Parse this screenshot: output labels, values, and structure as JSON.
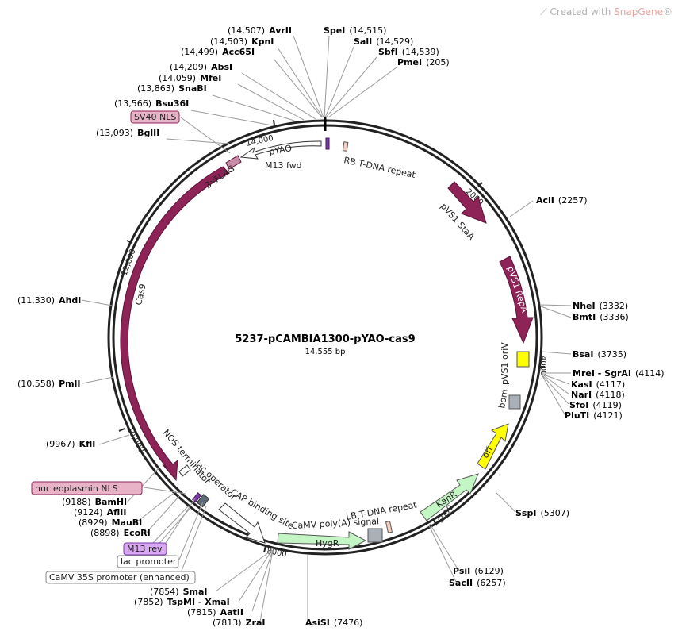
{
  "watermark": {
    "prefix": "Created with ",
    "brand": "SnapGene",
    "suffix": "®"
  },
  "plasmid": {
    "name": "5237-pCAMBIA1300-pYAO-cas9",
    "length_label": "14,555 bp",
    "length": 14555
  },
  "ticks": [
    "2000",
    "4000",
    "6000",
    "8000",
    "10,000",
    "12,000",
    "14,000"
  ],
  "enzymes": [
    {
      "pos": "(14,507)",
      "name": "AvrII"
    },
    {
      "pos": "(14,515)",
      "name": "SpeI"
    },
    {
      "pos": "(14,503)",
      "name": "KpnI"
    },
    {
      "pos": "(14,529)",
      "name": "SalI"
    },
    {
      "pos": "(14,499)",
      "name": "Acc65I"
    },
    {
      "pos": "(14,539)",
      "name": "SbfI"
    },
    {
      "pos": "(205)",
      "name": "PmeI"
    },
    {
      "pos": "(14,209)",
      "name": "AbsI"
    },
    {
      "pos": "(14,059)",
      "name": "MfeI"
    },
    {
      "pos": "(13,863)",
      "name": "SnaBI"
    },
    {
      "pos": "(13,566)",
      "name": "Bsu36I"
    },
    {
      "pos": "(13,093)",
      "name": "BglII"
    },
    {
      "pos": "(2257)",
      "name": "AclI"
    },
    {
      "pos": "(3332)",
      "name": "NheI"
    },
    {
      "pos": "(3336)",
      "name": "BmtI"
    },
    {
      "pos": "(3735)",
      "name": "BsaI"
    },
    {
      "pos": "(4114)",
      "name": "MreI - SgrAI"
    },
    {
      "pos": "(4117)",
      "name": "KasI"
    },
    {
      "pos": "(4118)",
      "name": "NarI"
    },
    {
      "pos": "(4119)",
      "name": "SfoI"
    },
    {
      "pos": "(4121)",
      "name": "PluTI"
    },
    {
      "pos": "(5307)",
      "name": "SspI"
    },
    {
      "pos": "(6129)",
      "name": "PsiI"
    },
    {
      "pos": "(6257)",
      "name": "SacII"
    },
    {
      "pos": "(7476)",
      "name": "AsiSI"
    },
    {
      "pos": "(7813)",
      "name": "ZraI"
    },
    {
      "pos": "(7815)",
      "name": "AatII"
    },
    {
      "pos": "(7852)",
      "name": "TspMI - XmaI"
    },
    {
      "pos": "(7854)",
      "name": "SmaI"
    },
    {
      "pos": "(8898)",
      "name": "EcoRI"
    },
    {
      "pos": "(8929)",
      "name": "MauBI"
    },
    {
      "pos": "(9124)",
      "name": "AflII"
    },
    {
      "pos": "(9188)",
      "name": "BamHI"
    },
    {
      "pos": "(9967)",
      "name": "KflI"
    },
    {
      "pos": "(10,558)",
      "name": "PmlI"
    },
    {
      "pos": "(11,330)",
      "name": "AhdI"
    }
  ],
  "features": {
    "pvs1_staa": "pVS1 StaA",
    "pvs1_repa": "pVS1 RepA",
    "pvs1_oriv": "pVS1 oriV",
    "bom": "bom",
    "ori": "ori",
    "kanr": "KanR",
    "lb_repeat": "LB T-DNA repeat",
    "camv_polya": "CaMV poly(A) signal",
    "hygr": "HygR",
    "cap_site": "CAP binding site",
    "lac_operator": "lac operator",
    "nos_terminator": "NOS terminator",
    "cas9": "Cas9",
    "three_x_flag": "3xFLAG",
    "pyao": "pYAO",
    "m13_fwd": "M13 fwd",
    "rb_repeat": "RB T-DNA repeat"
  },
  "boxed_labels": {
    "sv40_nls": "SV40 NLS",
    "nucleoplasmin_nls": "nucleoplasmin NLS",
    "m13_rev": "M13 rev",
    "lac_promoter": "lac promoter",
    "camv_35s": "CaMV 35S promoter (enhanced)"
  },
  "colors": {
    "cas9": "#8e2358",
    "repa": "#8e2358",
    "oriv": "#ffff00",
    "ori": "#ffff00",
    "kanr": "#c4f5c4",
    "hygr": "#c4f5c4",
    "bom": "#a9b0b8",
    "sv40_box": "#e8b3c6",
    "m13_box": "#d9a8f2",
    "backbone": "#222222"
  }
}
